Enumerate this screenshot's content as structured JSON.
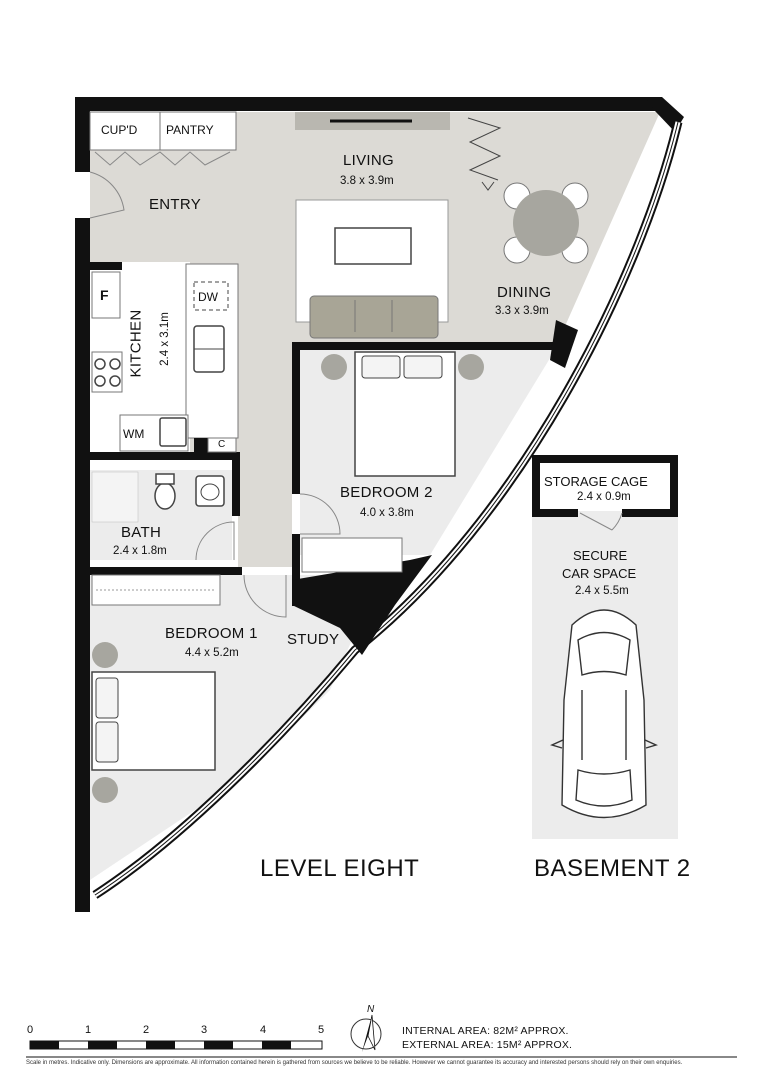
{
  "rooms": {
    "cupd": "CUP'D",
    "pantry": "PANTRY",
    "entry": "ENTRY",
    "living": "LIVING",
    "living_dim": "3.8 x 3.9m",
    "dining": "DINING",
    "dining_dim": "3.3 x 3.9m",
    "kitchen": "KITCHEN",
    "kitchen_dim": "2.4 x 3.1m",
    "bath": "BATH",
    "bath_dim": "2.4 x 1.8m",
    "bedroom2": "BEDROOM 2",
    "bedroom2_dim": "4.0 x 3.8m",
    "bedroom1": "BEDROOM 1",
    "bedroom1_dim": "4.4 x 5.2m",
    "study": "STUDY",
    "storage": "STORAGE CAGE",
    "storage_dim": "2.4 x 0.9m",
    "car_line1": "SECURE",
    "car_line2": "CAR SPACE",
    "car_dim": "2.4 x 5.5m"
  },
  "fixtures": {
    "fridge": "F",
    "dishwasher": "DW",
    "washing_machine": "WM",
    "cupboard": "C"
  },
  "levels": {
    "main": "LEVEL EIGHT",
    "basement": "BASEMENT 2"
  },
  "scale": {
    "ticks": [
      "0",
      "1",
      "2",
      "3",
      "4",
      "5"
    ]
  },
  "areas": {
    "internal": "INTERNAL AREA: 82M² APPROX.",
    "external": "EXTERNAL AREA: 15M² APPROX."
  },
  "compass": "N",
  "disclaimer": "Scale in metres. Indicative only. Dimensions are approximate. All information contained herein is gathered from sources we believe to be reliable. However we cannot guarantee its accuracy and interested persons should rely on their own enquiries.",
  "colors": {
    "wall": "#111111",
    "living_floor": "#dcdad5",
    "room_floor": "#eaeaea",
    "furniture": "#a7a69f",
    "sofa": "#a8a596"
  }
}
